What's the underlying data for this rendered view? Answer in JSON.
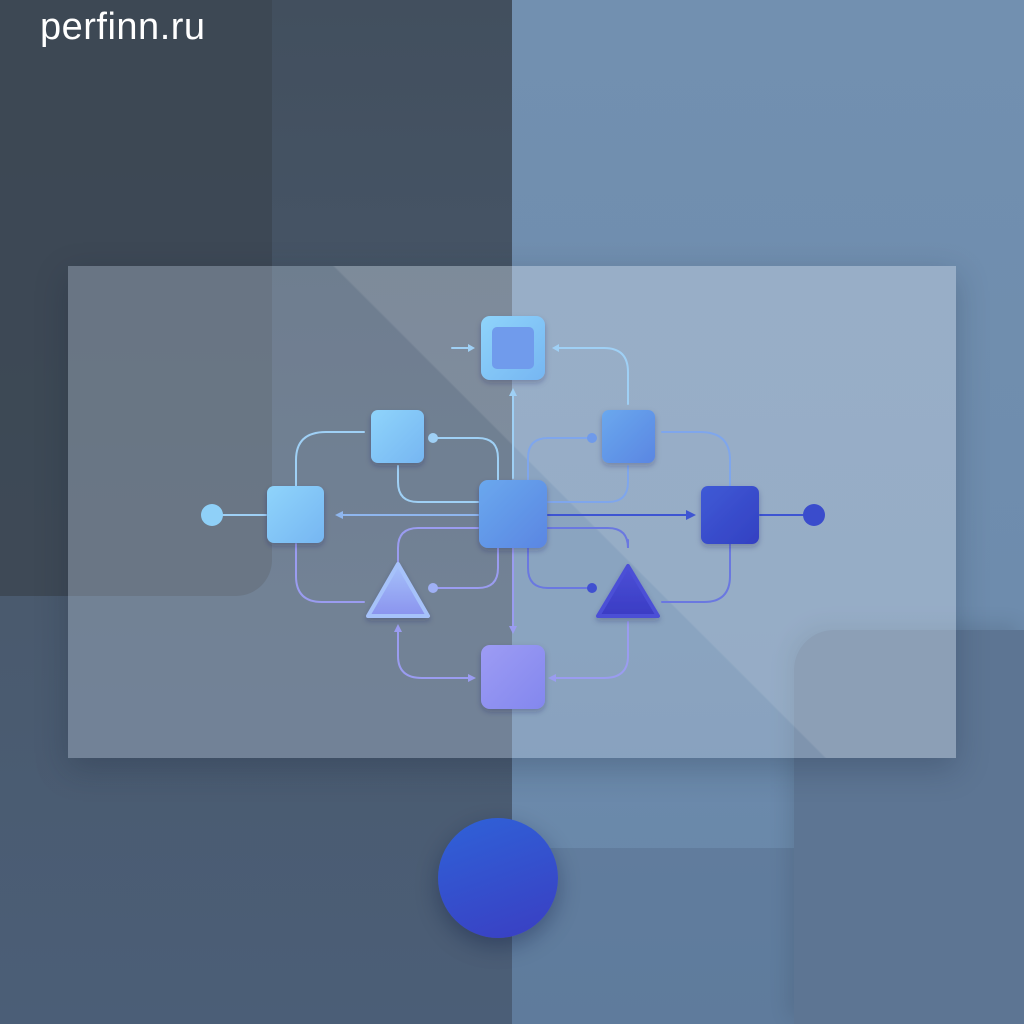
{
  "watermark": {
    "text": "perfinn.ru"
  },
  "colors": {
    "node_light": "#7fc6f5",
    "node_mid": "#5f93e6",
    "node_dark": "#3748c8",
    "node_violet": "#8f8ff0",
    "connector_light": "#9fd0f5",
    "connector_violet": "#9a9cf0",
    "connector_dark": "#3e55d2",
    "circle": "#3550d0"
  },
  "diagram": {
    "nodes": [
      {
        "id": "top",
        "shape": "square-inset"
      },
      {
        "id": "upper-left",
        "shape": "square"
      },
      {
        "id": "upper-right",
        "shape": "square"
      },
      {
        "id": "left",
        "shape": "square"
      },
      {
        "id": "center",
        "shape": "square"
      },
      {
        "id": "right",
        "shape": "square"
      },
      {
        "id": "lower-left",
        "shape": "triangle"
      },
      {
        "id": "lower-right",
        "shape": "triangle"
      },
      {
        "id": "bottom",
        "shape": "square"
      }
    ],
    "terminals": [
      "left-dot",
      "right-dot"
    ]
  }
}
